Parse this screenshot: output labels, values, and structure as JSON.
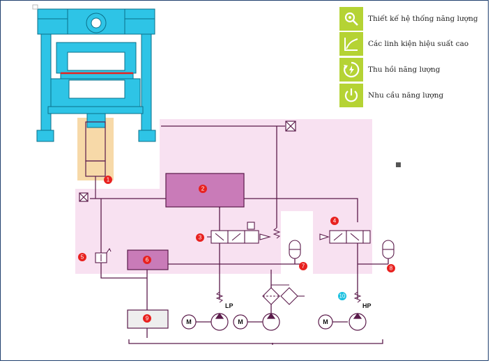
{
  "legend": [
    {
      "label": "Thiết kế hệ thống năng lượng",
      "icon": "search-gear-icon"
    },
    {
      "label": "Các linh kiện hiệu suất cao",
      "icon": "curve-chart-icon"
    },
    {
      "label": "Thu hồi năng lượng",
      "icon": "recycle-energy-icon"
    },
    {
      "label": "Nhu cầu năng lượng",
      "icon": "power-icon"
    }
  ],
  "components": [
    {
      "number": "1"
    },
    {
      "number": "2"
    },
    {
      "number": "3"
    },
    {
      "number": "4"
    },
    {
      "number": "5"
    },
    {
      "number": "6"
    },
    {
      "number": "7"
    },
    {
      "number": "8"
    },
    {
      "number": "9"
    },
    {
      "number": "10"
    }
  ],
  "pump_labels": {
    "lp": "LP",
    "hp": "HP"
  },
  "motor_symbol": "M",
  "colors": {
    "press_frame": "#2ec4e6",
    "cylinder": "#f7d9a8",
    "zone": "#f8e1f1",
    "component_box": "#c97bb8",
    "marker": "#e8211f",
    "marker_cyan": "#18c0e0",
    "legend_icon_bg": "#b5d334",
    "line": "#5a1a4a"
  }
}
